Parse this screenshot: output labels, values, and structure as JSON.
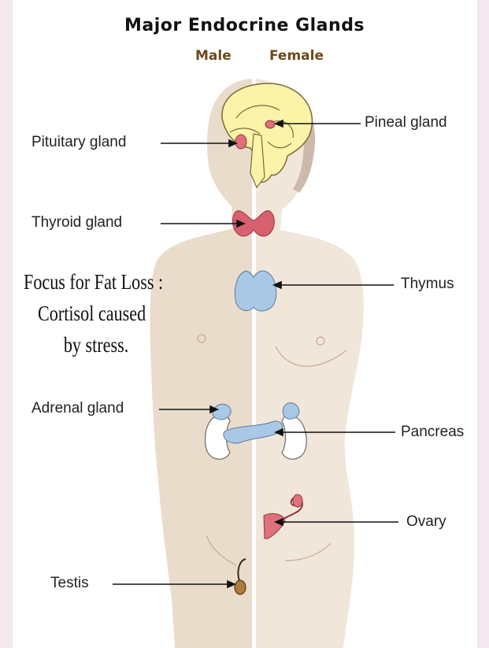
{
  "title": "Major Endocrine Glands",
  "subtitle": {
    "male": "Male",
    "female": "Female"
  },
  "labels": {
    "pituitary": "Pituitary gland",
    "pineal": "Pineal gland",
    "thyroid": "Thyroid gland",
    "thymus": "Thymus",
    "adrenal": "Adrenal gland",
    "pancreas": "Pancreas",
    "ovary": "Ovary",
    "testis": "Testis"
  },
  "note": {
    "line1": "Focus for Fat Loss :",
    "line2": "Cortisol caused",
    "line3": "by stress."
  },
  "colors": {
    "background": "#f3e8ee",
    "body_male": "#eadccb",
    "body_female": "#f1e6da",
    "brain": "#fbf3a8",
    "pituitary": "#e0707a",
    "thyroid": "#d9606e",
    "thymus": "#a8c8e6",
    "pancreas": "#a8c8e6",
    "subtitle": "#6e4a1e"
  }
}
